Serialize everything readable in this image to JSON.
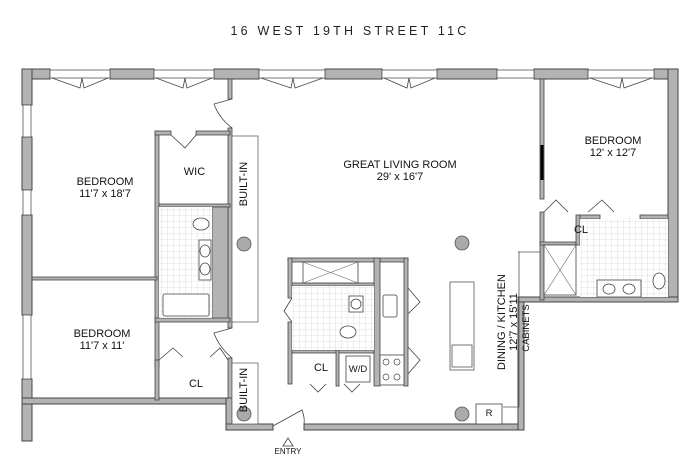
{
  "title": "16 WEST 19TH STREET 11C",
  "colors": {
    "wall_fill": "#b3b3b3",
    "wall_stroke": "#444444",
    "line": "#555555",
    "tile": "#d8d8d8",
    "column": "#aaaaaa",
    "background": "#ffffff"
  },
  "rooms": {
    "bedroom_1": {
      "name": "BEDROOM",
      "size": "11'7 x 18'7"
    },
    "bedroom_2": {
      "name": "BEDROOM",
      "size": "11'7 x 11'"
    },
    "bedroom_3": {
      "name": "BEDROOM",
      "size": "12' x 12'7"
    },
    "living": {
      "name": "GREAT LIVING ROOM",
      "size": "29' x 16'7"
    },
    "dining_kitchen": {
      "name": "DINING / KITCHEN",
      "size": "12'7 x 15'11"
    },
    "wic": {
      "name": "WIC"
    }
  },
  "labels": {
    "built_in_top": "BUILT-IN",
    "built_in_bottom": "BUILT-IN",
    "closet_left": "CL",
    "closet_center": "CL",
    "closet_right": "CL",
    "washer_dryer": "W/D",
    "cabinets": "CABINETS",
    "refrigerator": "R",
    "entry": "ENTRY"
  }
}
